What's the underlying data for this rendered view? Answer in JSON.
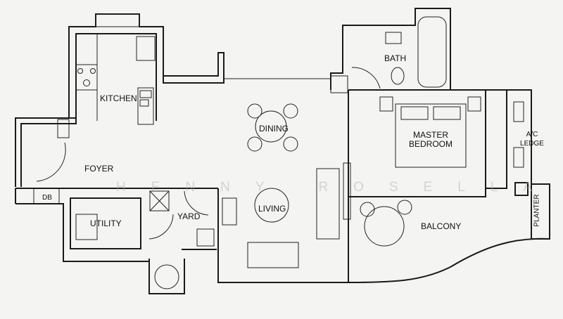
{
  "rooms": {
    "kitchen": "KITCHEN",
    "dining": "DINING",
    "foyer": "FOYER",
    "db": "DB",
    "utility": "UTILITY",
    "yard": "YARD",
    "living": "LIVING",
    "bath": "BATH",
    "master_bedroom_1": "MASTER",
    "master_bedroom_2": "BEDROOM",
    "ac_ledge_1": "A/C",
    "ac_ledge_2": "LEDGE",
    "balcony": "BALCONY",
    "planter": "PLANTER"
  },
  "watermark": "HENNY ROSELLA"
}
